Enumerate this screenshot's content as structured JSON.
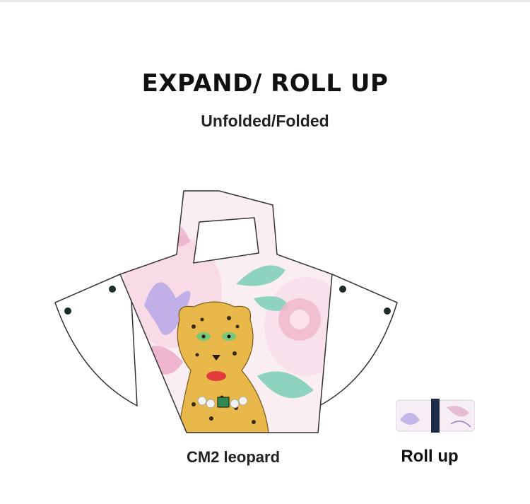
{
  "header": {
    "title": "EXPAND/ ROLL UP",
    "subtitle": "Unfolded/Folded"
  },
  "products": {
    "bag_label": "CM2 leopard",
    "roll_label": "Roll up"
  },
  "colors": {
    "outline": "#333333",
    "snap": "#1f2d28",
    "leopard": "#e8b84a",
    "pink": "#f3c9db",
    "mint": "#8ed3bf",
    "lavender": "#b6a8e6",
    "strap": "#1e2a4a"
  }
}
